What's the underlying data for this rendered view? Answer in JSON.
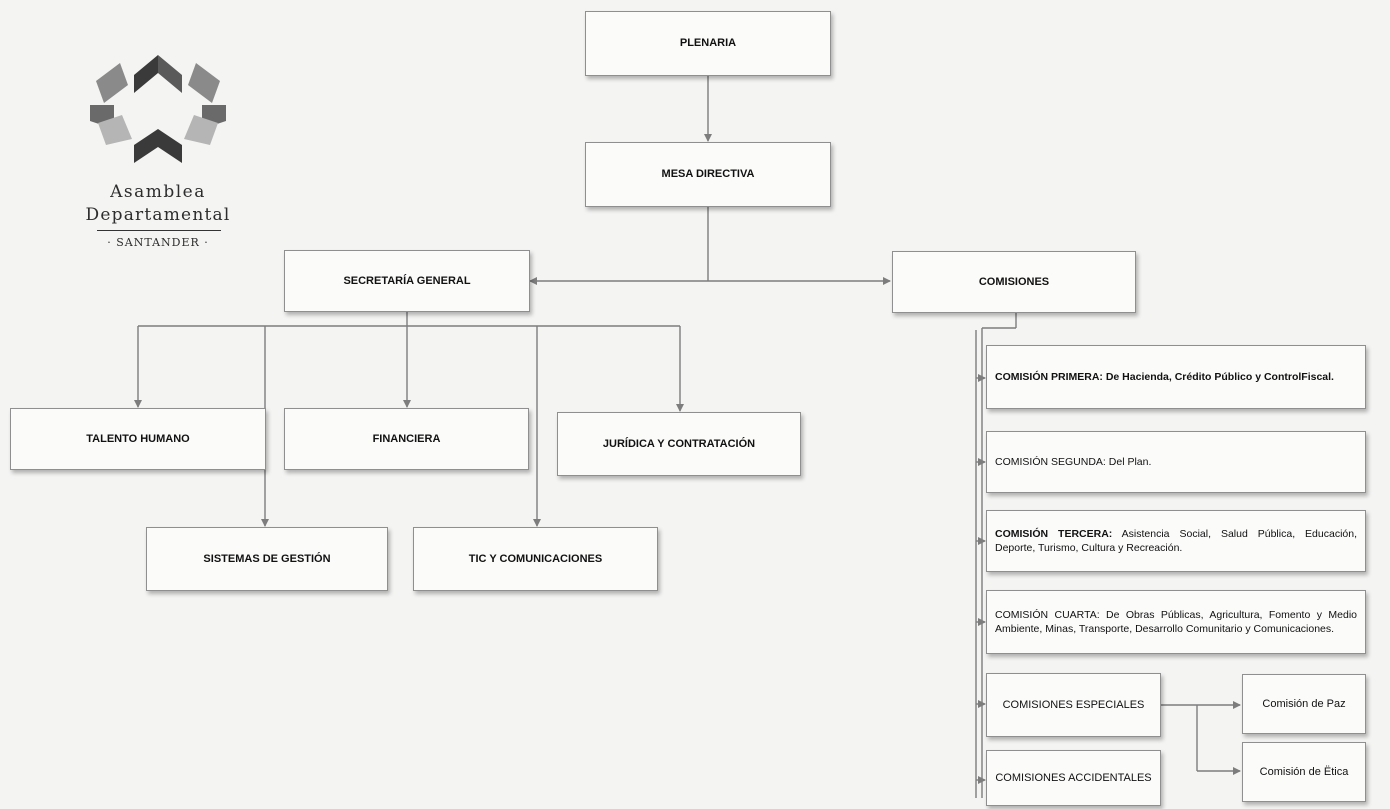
{
  "logo": {
    "line1": "Asamblea",
    "line2": "Departamental",
    "line3": "· SANTANDER ·"
  },
  "nodes": {
    "plenaria": "PLENARIA",
    "mesa_directiva": "MESA DIRECTIVA",
    "secretaria_general": "SECRETARÍA GENERAL",
    "comisiones": "COMISIONES",
    "talento_humano": "TALENTO HUMANO",
    "financiera": "FINANCIERA",
    "juridica": "JURÍDICA Y CONTRATACIÓN",
    "sistemas_gestion": "SISTEMAS DE GESTIÓN",
    "tic": "TIC Y COMUNICACIONES",
    "comision_primera_title": "COMISIÓN PRIMERA:",
    "comision_primera_desc": "De Hacienda, Crédito Público y ControlFiscal.",
    "comision_segunda_title": "COMISIÓN SEGUNDA:",
    "comision_segunda_desc": "Del Plan.",
    "comision_tercera_title": "COMISIÓN TERCERA:",
    "comision_tercera_desc": "Asistencia Social, Salud Pública, Educación, Deporte, Turismo, Cultura y Recreación.",
    "comision_cuarta_title": "COMISIÓN CUARTA:",
    "comision_cuarta_desc": "De Obras Públicas, Agricultura, Fomento y Medio Ambiente, Minas, Transporte, Desarrollo Comunitario y Comunicaciones.",
    "comisiones_especiales": "COMISIONES ESPECIALES",
    "comisiones_accidentales": "COMISIONES ACCIDENTALES",
    "comision_paz": "Comisión de Paz",
    "comision_etica": "Comisión de Ëtica"
  },
  "colors": {
    "logo_dark": "#3a3a3a",
    "logo_mid": "#8a8a8a",
    "logo_light": "#b5b5b5",
    "line": "#7d7d7d"
  }
}
